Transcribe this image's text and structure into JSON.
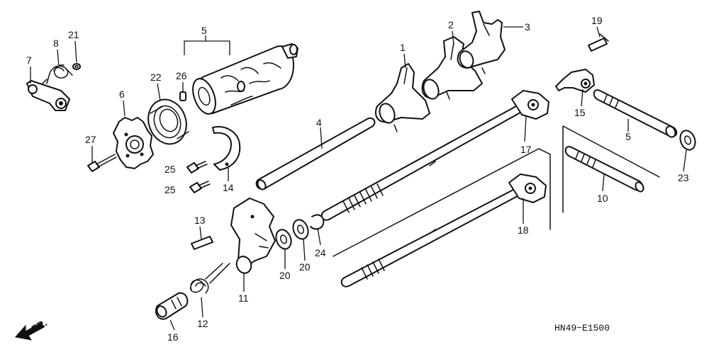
{
  "callouts": {
    "c1": "1",
    "c2": "2",
    "c3": "3",
    "c4": "4",
    "c5a": "5",
    "c5b": "5",
    "c6": "6",
    "c7": "7",
    "c8": "8",
    "c10": "10",
    "c11": "11",
    "c12": "12",
    "c13": "13",
    "c14": "14",
    "c15": "15",
    "c16": "16",
    "c17": "17",
    "c18": "18",
    "c19": "19",
    "c20a": "20",
    "c20b": "20",
    "c21": "21",
    "c22": "22",
    "c23": "23",
    "c24": "24",
    "c25a": "25",
    "c25b": "25",
    "c26": "26",
    "c27": "27"
  },
  "direction_label": "FR.",
  "diagram_code": "HN49−E1500"
}
